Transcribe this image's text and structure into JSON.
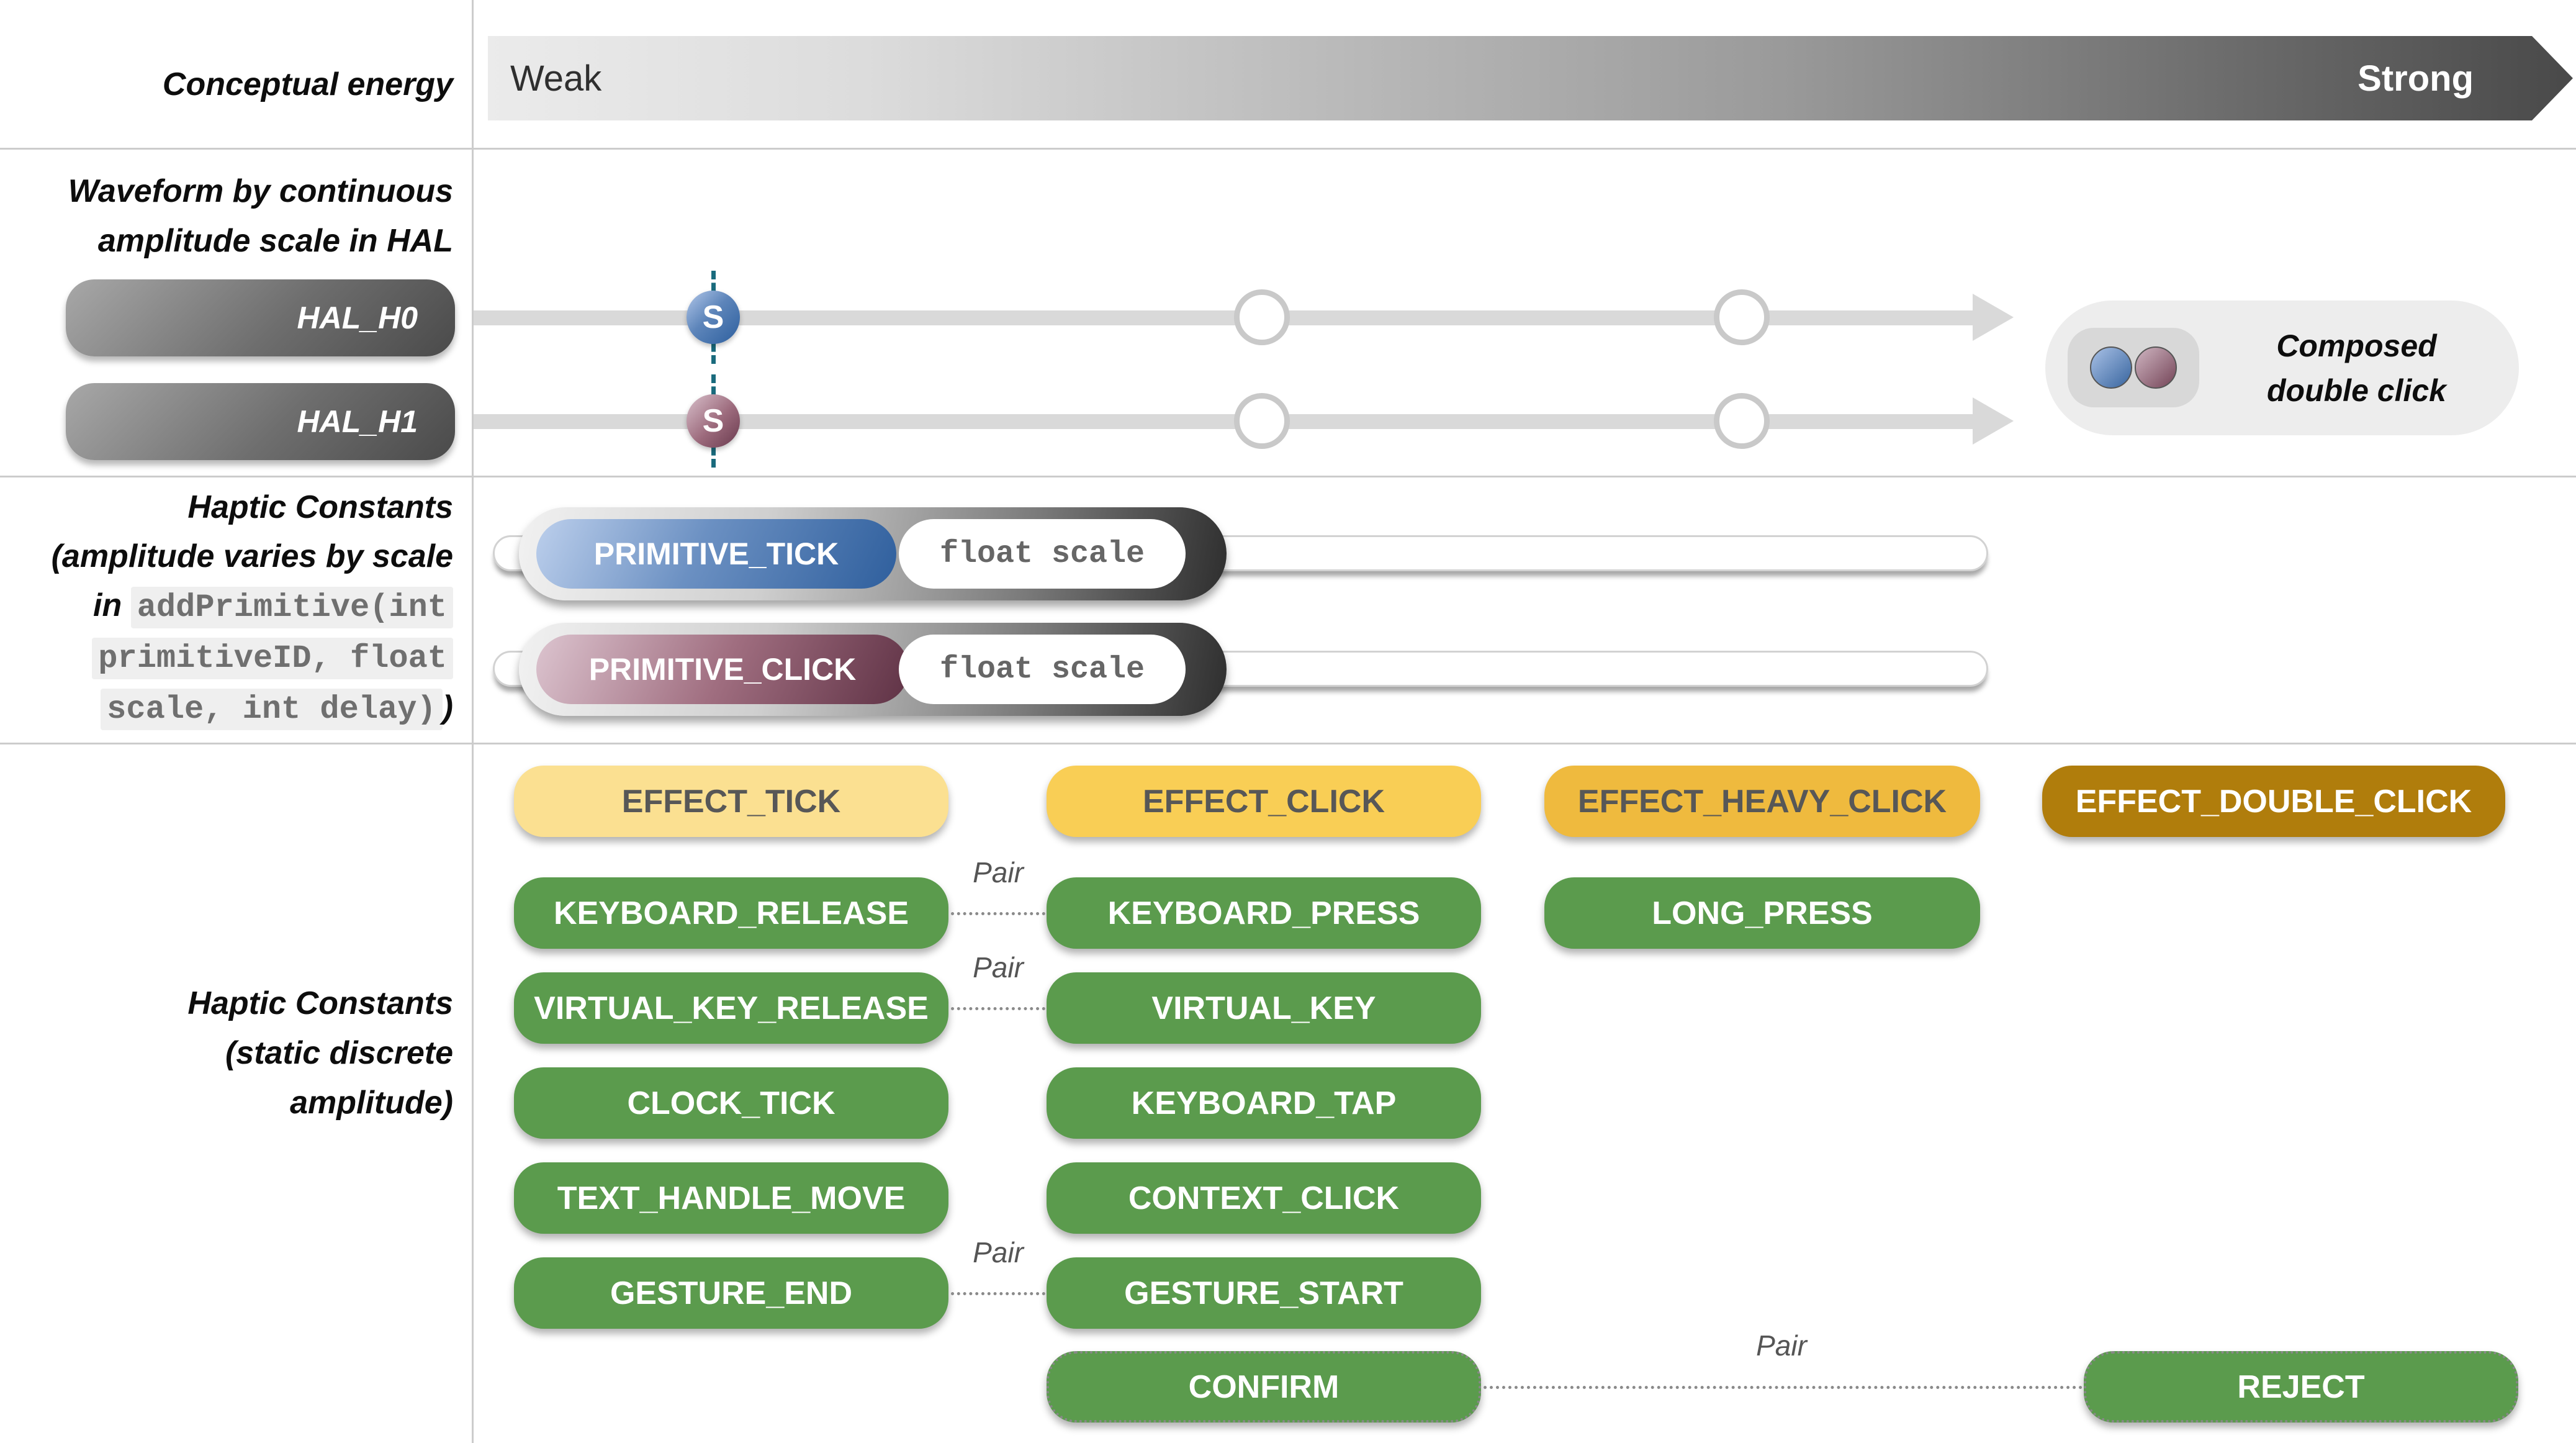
{
  "section_energy": {
    "label": "Conceptual energy",
    "weak": "Weak",
    "strong": "Strong"
  },
  "section_waveform": {
    "label_line1": "Waveform by continuous",
    "label_line2": "amplitude scale in HAL",
    "rows": [
      {
        "name": "HAL_H0",
        "marker": "S"
      },
      {
        "name": "HAL_H1",
        "marker": "S"
      }
    ],
    "composed": {
      "line1": "Composed",
      "line2": "double click"
    }
  },
  "section_primitives": {
    "label_line1": "Haptic Constants",
    "label_line2": "(amplitude varies by scale",
    "label_line3_prefix": "in ",
    "label_line3_code": "addPrimitive(int",
    "label_line4_code": "primitiveID, float",
    "label_line5_code": "scale, int delay)",
    "label_line5_suffix": ")",
    "sliders": [
      {
        "name": "PRIMITIVE_TICK",
        "param": "float scale"
      },
      {
        "name": "PRIMITIVE_CLICK",
        "param": "float scale"
      }
    ]
  },
  "section_constants": {
    "label_line1": "Haptic Constants",
    "label_line2": "(static discrete",
    "label_line3": "amplitude)",
    "pair_label": "Pair",
    "buttons": {
      "effect_tick": "EFFECT_TICK",
      "effect_click": "EFFECT_CLICK",
      "effect_heavy_click": "EFFECT_HEAVY_CLICK",
      "effect_double_click": "EFFECT_DOUBLE_CLICK",
      "keyboard_release": "KEYBOARD_RELEASE",
      "keyboard_press": "KEYBOARD_PRESS",
      "long_press": "LONG_PRESS",
      "virtual_key_release": "VIRTUAL_KEY_RELEASE",
      "virtual_key": "VIRTUAL_KEY",
      "clock_tick": "CLOCK_TICK",
      "keyboard_tap": "KEYBOARD_TAP",
      "text_handle_move": "TEXT_HANDLE_MOVE",
      "context_click": "CONTEXT_CLICK",
      "gesture_end": "GESTURE_END",
      "gesture_start": "GESTURE_START",
      "confirm": "CONFIRM",
      "reject": "REJECT"
    }
  },
  "colors": {
    "pale_yellow": "#fbe091",
    "gold": "#f9ce55",
    "amber": "#efba3e",
    "dark_gold": "#b07d0c",
    "green": "#5b9b4d",
    "track_gray": "#d9d9d9",
    "teal_dash": "#1a6b7d",
    "thumb_blue": "#2d5f9e",
    "thumb_mauve": "#693a4e",
    "divider_gray": "#cccccc"
  }
}
